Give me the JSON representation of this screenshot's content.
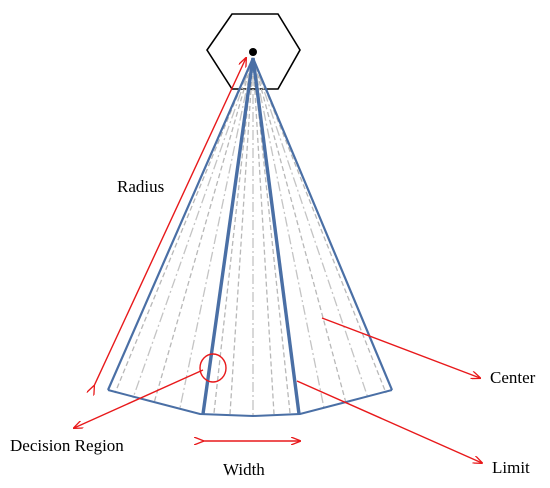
{
  "labels": {
    "radius": "Radius",
    "center": "Center",
    "decision_region": "Decision Region",
    "width": "Width",
    "limit": "Limit"
  },
  "colors": {
    "arrow": "#e8191b",
    "limit_line": "#4a6fa5",
    "guide_dashed": "#b8b8b8",
    "guide_dashdot": "#c4c4c4",
    "hexagon": "#000000",
    "background": "#ffffff"
  }
}
